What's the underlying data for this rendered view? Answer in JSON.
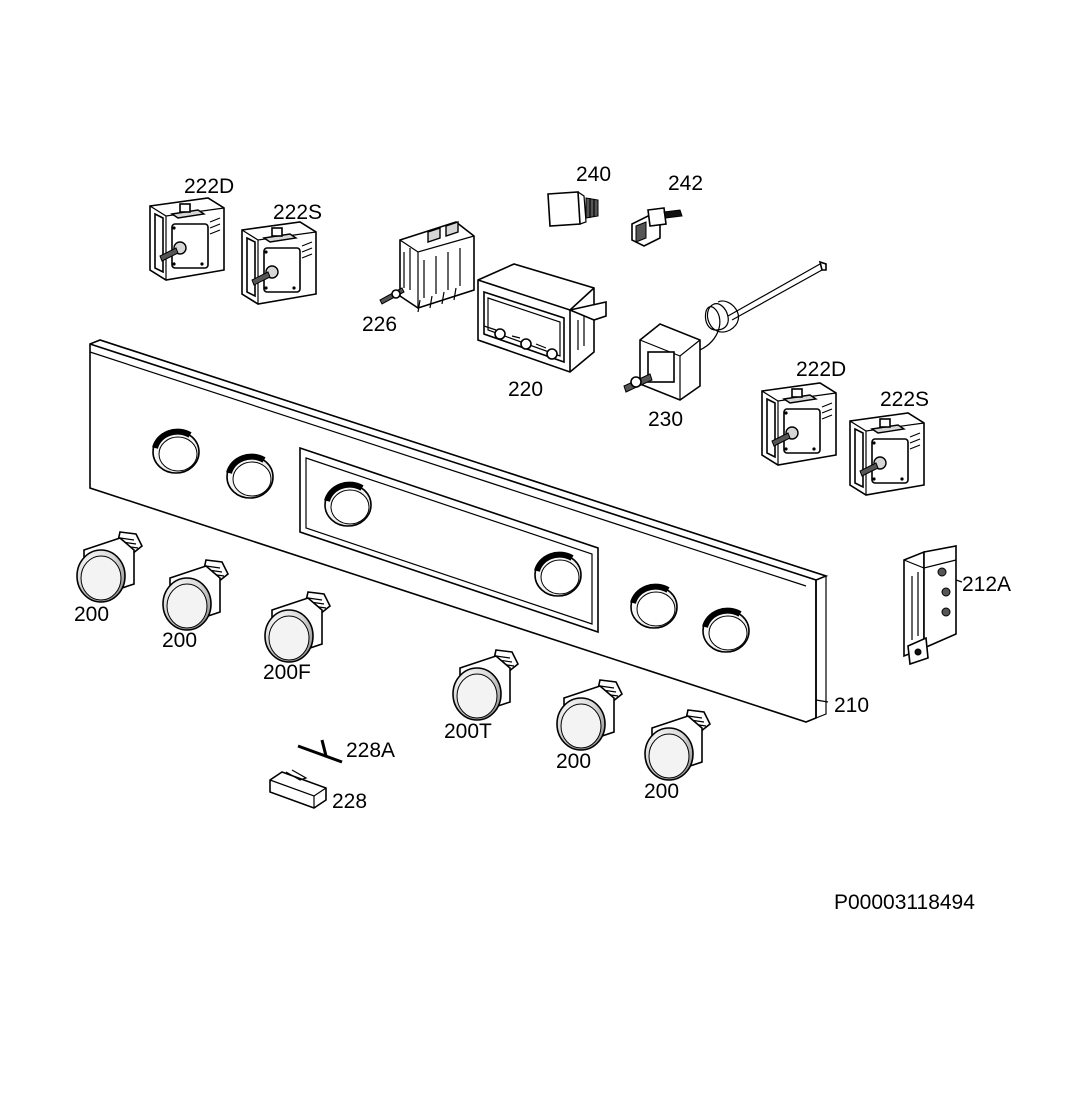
{
  "labels": {
    "l222d_a": "222D",
    "l222s_a": "222S",
    "l240": "240",
    "l242": "242",
    "l226": "226",
    "l220": "220",
    "l230": "230",
    "l222d_b": "222D",
    "l222s_b": "222S",
    "l212a": "212A",
    "l210": "210",
    "l200_a": "200",
    "l200_b": "200",
    "l200f": "200F",
    "l200t": "200T",
    "l200_c": "200",
    "l200_d": "200",
    "l228a": "228A",
    "l228": "228"
  },
  "drawing_id": "P00003118494"
}
